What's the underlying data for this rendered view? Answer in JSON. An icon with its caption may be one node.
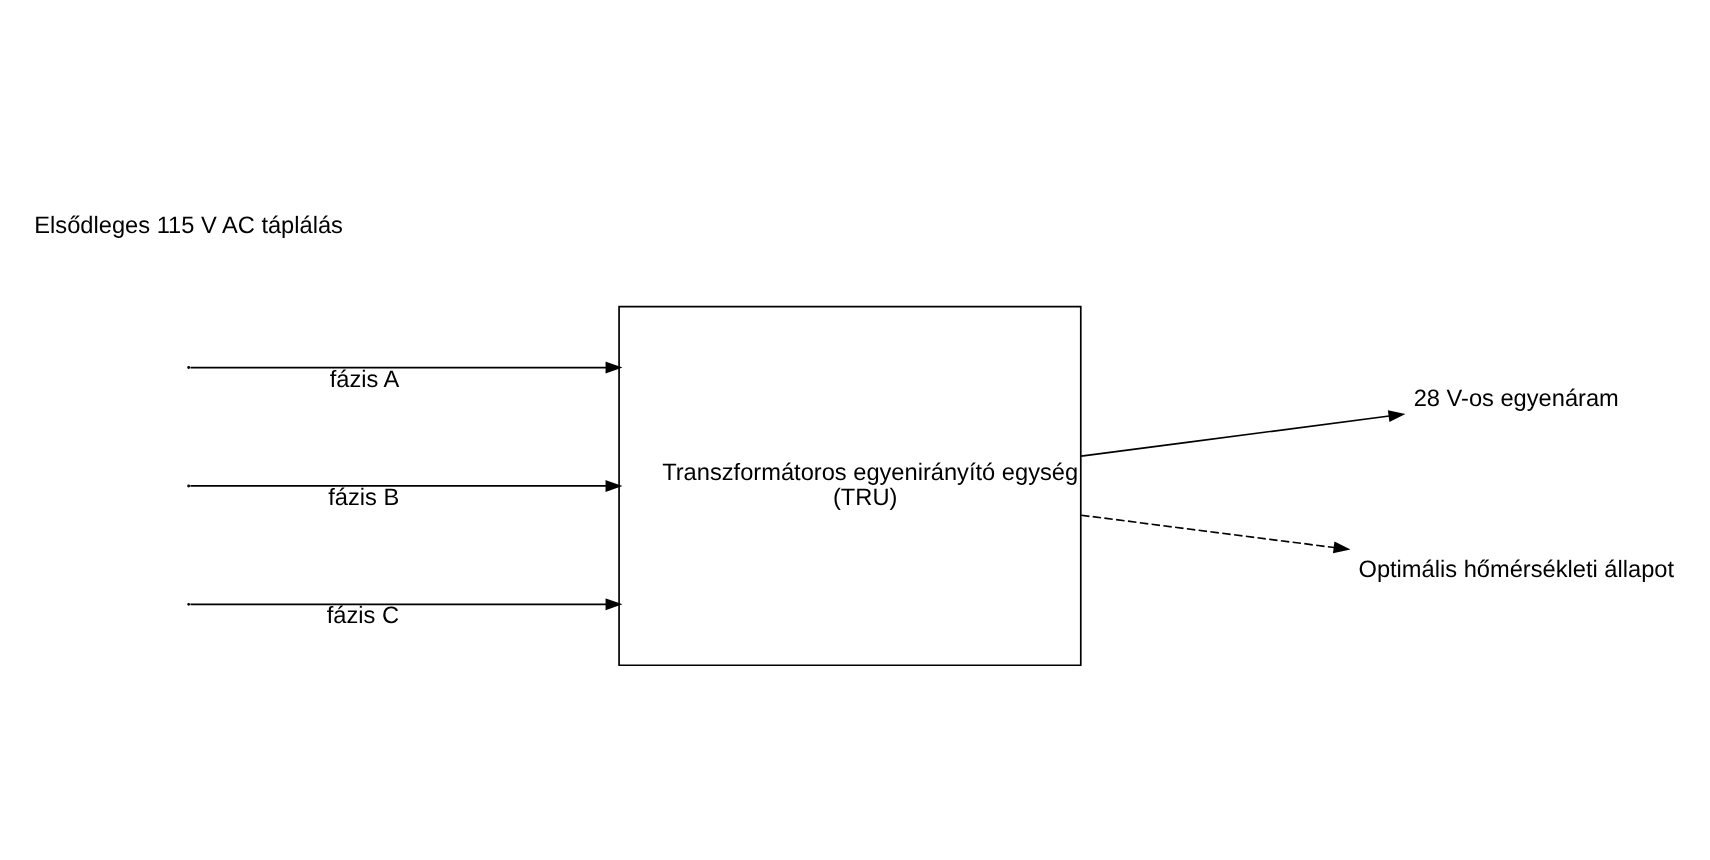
{
  "diagram": {
    "nodes": [
      {
        "text": [
          "Transzformátoros egyenirányító egység",
          "(TRU)"
        ]
      },
      {
        "text": [
          "28 V-os egyenáram"
        ]
      },
      {
        "text": [
          "Optimális hőmérsékleti állapot"
        ]
      }
    ],
    "edges": [
      {
        "from": null,
        "to": 0,
        "arrow": "to",
        "label": "fázis A"
      },
      {
        "from": null,
        "to": 0,
        "arrow": "to",
        "label": "fázis B"
      },
      {
        "from": null,
        "to": 0,
        "arrow": "to",
        "label": "fázis C"
      },
      {
        "from": 0,
        "to": 1,
        "arrow": "to"
      },
      {
        "from": 0,
        "to": 2,
        "arrow": "to",
        "style": "dashed"
      }
    ],
    "labels": [
      "Elsődleges 115 V AC táplálás"
    ]
  }
}
